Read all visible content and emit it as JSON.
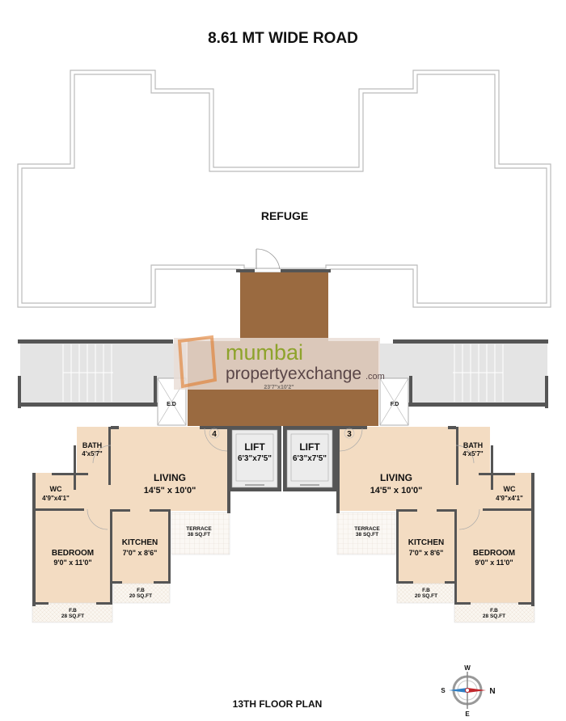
{
  "title": "8.61 MT WIDE ROAD",
  "footer": "13TH FLOOR PLAN",
  "refuge": "REFUGE",
  "lobby_dim": "23'7\"x10'2\"",
  "watermark": {
    "line1": "mumbai",
    "line2": "propertyexchange",
    "suffix": ".com"
  },
  "ducts": {
    "left": "E.D",
    "right": "F.D"
  },
  "lifts": [
    {
      "label": "LIFT",
      "size": "6'3\"x7'5\""
    },
    {
      "label": "LIFT",
      "size": "6'3\"x7'5\""
    }
  ],
  "units": [
    {
      "number": "4",
      "living": {
        "name": "LIVING",
        "size": "14'5\" x 10'0\""
      },
      "bath": {
        "name": "BATH",
        "size": "4'x5'7\""
      },
      "wc": {
        "name": "WC",
        "size": "4'9\"x4'1\""
      },
      "bedroom": {
        "name": "BEDROOM",
        "size": "9'0\" x 11'0\""
      },
      "kitchen": {
        "name": "KITCHEN",
        "size": "7'0\" x 8'6\""
      },
      "terrace": {
        "name": "TERRACE",
        "size": "38 SQ.FT"
      },
      "fb_kitchen": {
        "name": "F.B",
        "size": "20 SQ.FT"
      },
      "fb_bedroom": {
        "name": "F.B",
        "size": "28 SQ.FT"
      }
    },
    {
      "number": "3",
      "living": {
        "name": "LIVING",
        "size": "14'5\" x 10'0\""
      },
      "bath": {
        "name": "BATH",
        "size": "4'x5'7\""
      },
      "wc": {
        "name": "WC",
        "size": "4'9\"x4'1\""
      },
      "bedroom": {
        "name": "BEDROOM",
        "size": "9'0\" x 11'0\""
      },
      "kitchen": {
        "name": "KITCHEN",
        "size": "7'0\" x 8'6\""
      },
      "terrace": {
        "name": "TERRACE",
        "size": "38 SQ.FT"
      },
      "fb_kitchen": {
        "name": "F.B",
        "size": "20 SQ.FT"
      },
      "fb_bedroom": {
        "name": "F.B",
        "size": "28 SQ.FT"
      }
    }
  ],
  "compass": {
    "n": "N",
    "s": "S",
    "e": "E",
    "w": "W"
  },
  "colors": {
    "lobby": "#9a6a40",
    "room": "#f3dcc2",
    "stair": "#e4e4e4",
    "wall": "#555555",
    "watermark_green": "#8ea32c",
    "watermark_brown": "#5a4648",
    "watermark_orange": "#e07a2a"
  }
}
